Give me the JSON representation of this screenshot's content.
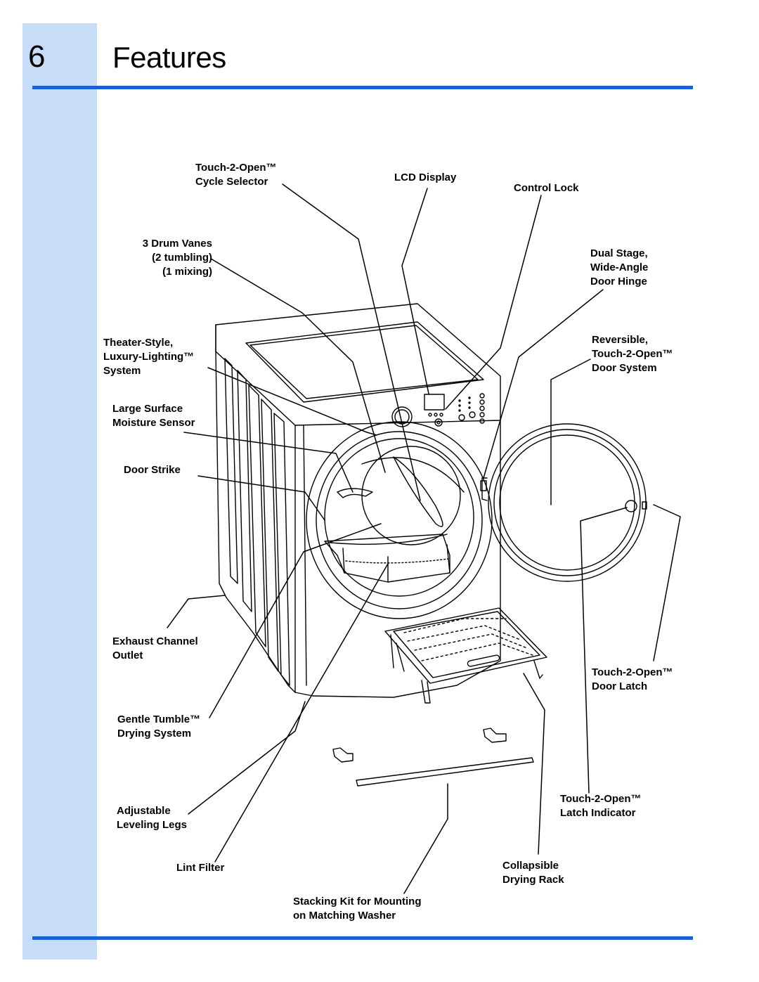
{
  "header": {
    "chapter_number": "6",
    "title": "Features"
  },
  "colors": {
    "sidebar": "#c7dcf6",
    "rule": "#1a5fd6"
  },
  "callouts": {
    "cycle_selector": [
      "Touch-2-Open™",
      "Cycle Selector"
    ],
    "lcd_display": [
      "LCD Display"
    ],
    "control_lock": [
      "Control Lock"
    ],
    "drum_vanes": [
      "3 Drum Vanes",
      "(2 tumbling)",
      "(1 mixing)"
    ],
    "door_hinge": [
      "Dual Stage,",
      "Wide-Angle",
      "Door Hinge"
    ],
    "lighting_system": [
      "Theater-Style,",
      "Luxury-Lighting™",
      "System"
    ],
    "door_system": [
      "Reversible,",
      "Touch-2-Open™",
      "Door System"
    ],
    "moisture_sensor": [
      "Large Surface",
      "Moisture Sensor"
    ],
    "door_strike": [
      "Door Strike"
    ],
    "exhaust_outlet": [
      "Exhaust Channel",
      "Outlet"
    ],
    "door_latch": [
      "Touch-2-Open™",
      "Door Latch"
    ],
    "drying_system": [
      "Gentle Tumble™",
      "Drying System"
    ],
    "leveling_legs": [
      "Adjustable",
      "Leveling Legs"
    ],
    "latch_indicator": [
      "Touch-2-Open™",
      "Latch Indicator"
    ],
    "lint_filter": [
      "Lint Filter"
    ],
    "drying_rack": [
      "Collapsible",
      "Drying Rack"
    ],
    "stacking_kit": [
      "Stacking Kit for Mounting",
      "on Matching Washer"
    ]
  }
}
